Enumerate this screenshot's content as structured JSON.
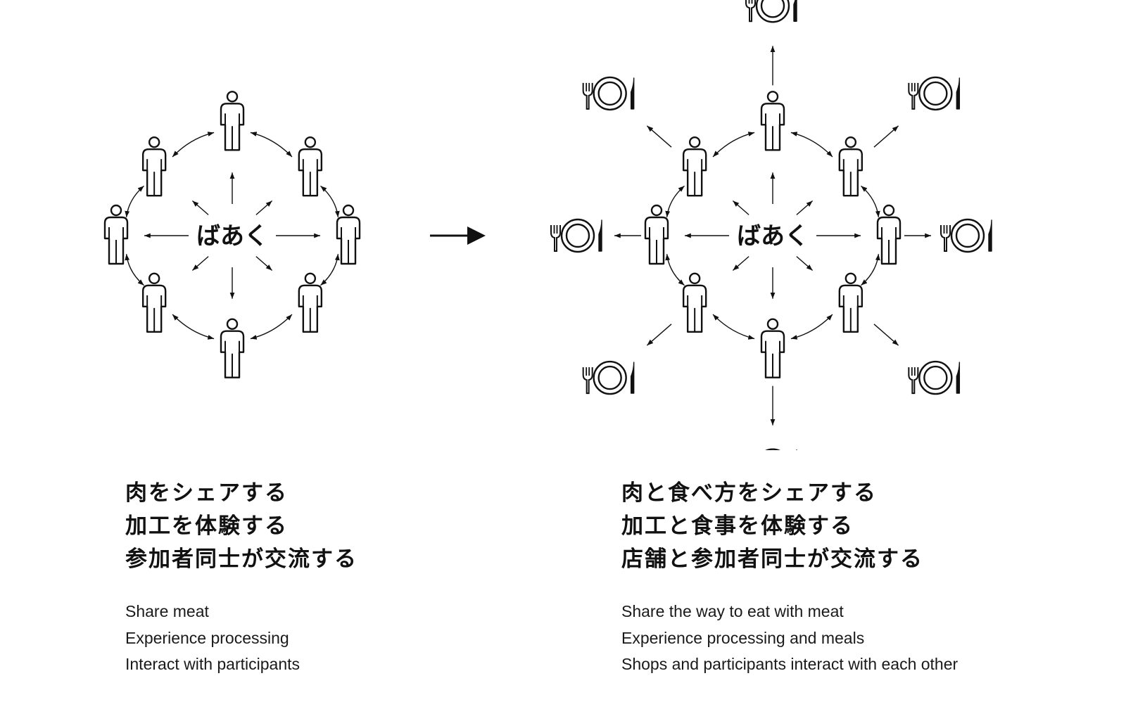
{
  "left": {
    "center_label": "ばあく",
    "jp_lines": [
      "肉をシェアする",
      "加工を体験する",
      "参加者同士が交流する"
    ],
    "en_lines": [
      "Share meat",
      "Experience processing",
      "Interact with participants"
    ],
    "participants": 8
  },
  "right": {
    "center_label": "ばあく",
    "jp_lines": [
      "肉と食べ方をシェアする",
      "加工と食事を体験する",
      "店舗と参加者同士が交流する"
    ],
    "en_lines": [
      "Share the way to eat with meat",
      "Experience processing and meals",
      "Shops and participants interact with each other"
    ],
    "participants": 8,
    "place_settings": 8
  },
  "icons": {
    "person": "person-icon",
    "place_setting": "place-setting-icon",
    "transition_arrow": "right-arrow-icon"
  },
  "colors": {
    "ink": "#111111",
    "background": "#ffffff"
  }
}
